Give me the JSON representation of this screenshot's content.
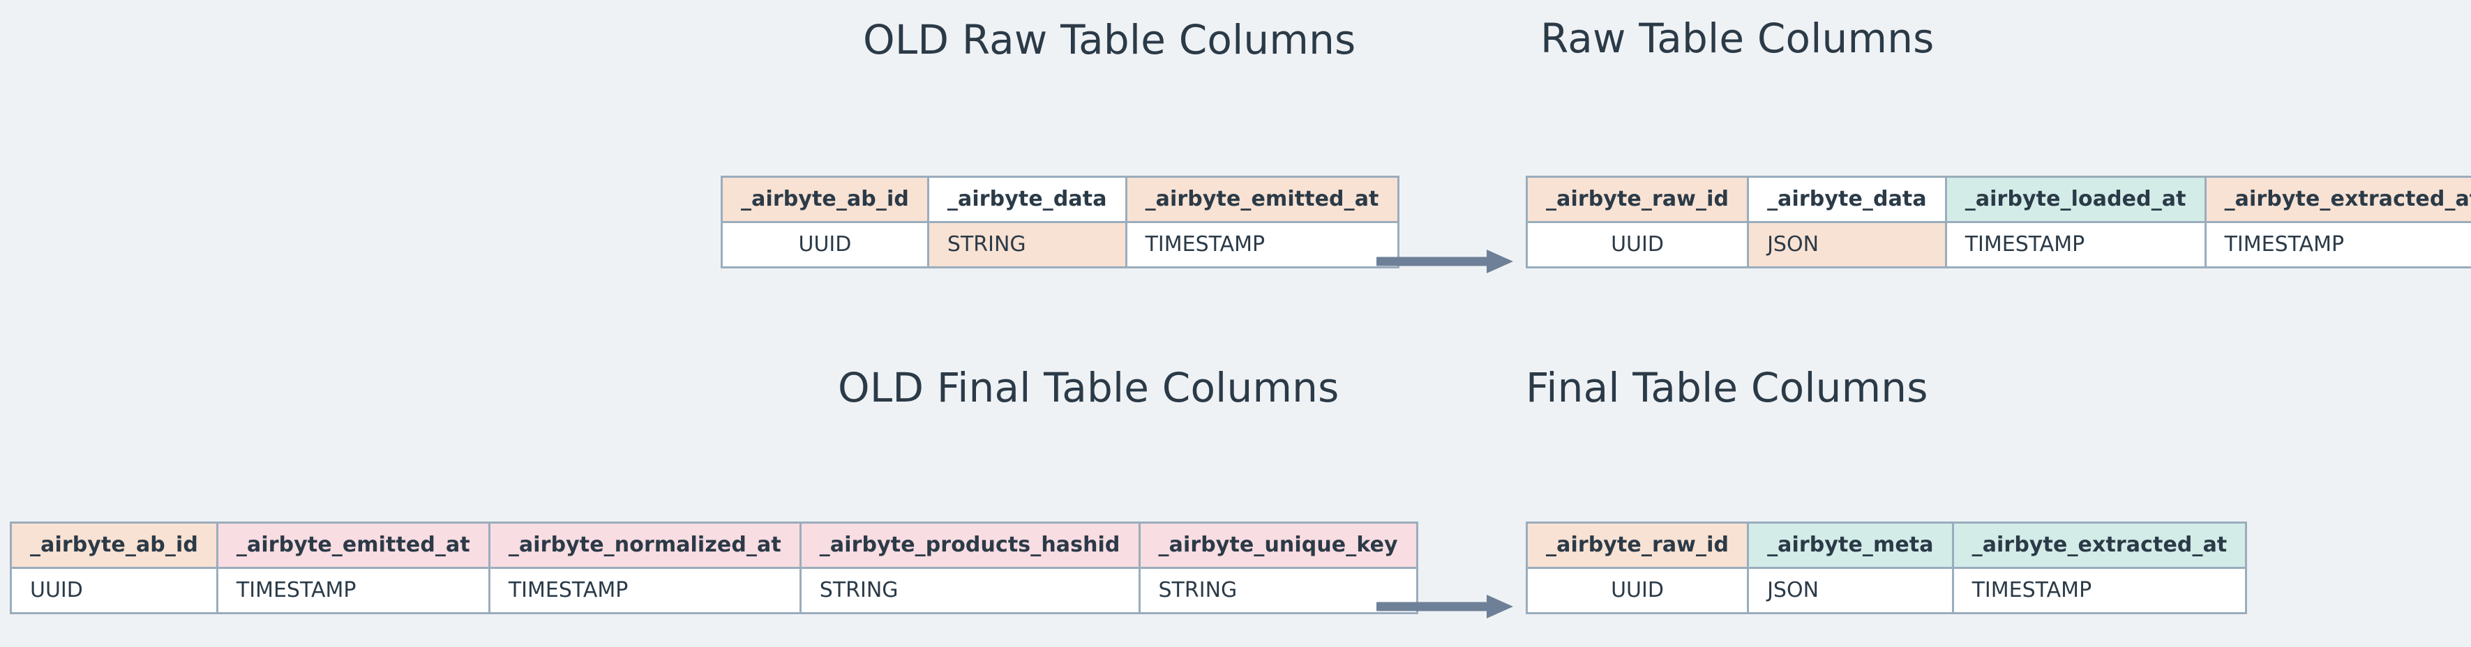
{
  "canvas": {
    "background": "#eff2f5",
    "text_color": "#2b3a47",
    "border_color": "#9aadbd",
    "arrow_color": "#6e8097",
    "accent_peach": "#f8e2d4",
    "accent_pink": "#f8dde2",
    "accent_teal": "#d3ece8"
  },
  "titles": {
    "old_raw": "OLD Raw Table Columns",
    "new_raw": "Raw Table Columns",
    "old_final": "OLD Final Table Columns",
    "new_final": "Final Table Columns"
  },
  "arrows": {
    "raw_label": "arrow-right",
    "final_label": "arrow-right"
  },
  "tables": {
    "old_raw": {
      "title": "OLD Raw Table Columns",
      "columns": [
        {
          "name": "_airbyte_ab_id",
          "type": "UUID",
          "header_fill": "peach",
          "cell_fill": "white"
        },
        {
          "name": "_airbyte_data",
          "type": "STRING",
          "header_fill": "white",
          "cell_fill": "peach"
        },
        {
          "name": "_airbyte_emitted_at",
          "type": "TIMESTAMP",
          "header_fill": "peach",
          "cell_fill": "white"
        }
      ]
    },
    "new_raw": {
      "title": "Raw Table Columns",
      "columns": [
        {
          "name": "_airbyte_raw_id",
          "type": "UUID",
          "header_fill": "peach",
          "cell_fill": "white"
        },
        {
          "name": "_airbyte_data",
          "type": "JSON",
          "header_fill": "white",
          "cell_fill": "peach"
        },
        {
          "name": "_airbyte_loaded_at",
          "type": "TIMESTAMP",
          "header_fill": "teal",
          "cell_fill": "white"
        },
        {
          "name": "_airbyte_extracted_at",
          "type": "TIMESTAMP",
          "header_fill": "peach",
          "cell_fill": "white"
        }
      ]
    },
    "old_final": {
      "title": "OLD Final Table Columns",
      "columns": [
        {
          "name": "_airbyte_ab_id",
          "type": "UUID",
          "header_fill": "peach",
          "cell_fill": "white"
        },
        {
          "name": "_airbyte_emitted_at",
          "type": "TIMESTAMP",
          "header_fill": "pink",
          "cell_fill": "white"
        },
        {
          "name": "_airbyte_normalized_at",
          "type": "TIMESTAMP",
          "header_fill": "pink",
          "cell_fill": "white"
        },
        {
          "name": "_airbyte_products_hashid",
          "type": "STRING",
          "header_fill": "pink",
          "cell_fill": "white"
        },
        {
          "name": "_airbyte_unique_key",
          "type": "STRING",
          "header_fill": "pink",
          "cell_fill": "white"
        }
      ]
    },
    "new_final": {
      "title": "Final Table Columns",
      "columns": [
        {
          "name": "_airbyte_raw_id",
          "type": "UUID",
          "header_fill": "peach",
          "cell_fill": "white"
        },
        {
          "name": "_airbyte_meta",
          "type": "JSON",
          "header_fill": "teal",
          "cell_fill": "white"
        },
        {
          "name": "_airbyte_extracted_at",
          "type": "TIMESTAMP",
          "header_fill": "teal",
          "cell_fill": "white"
        }
      ]
    }
  }
}
